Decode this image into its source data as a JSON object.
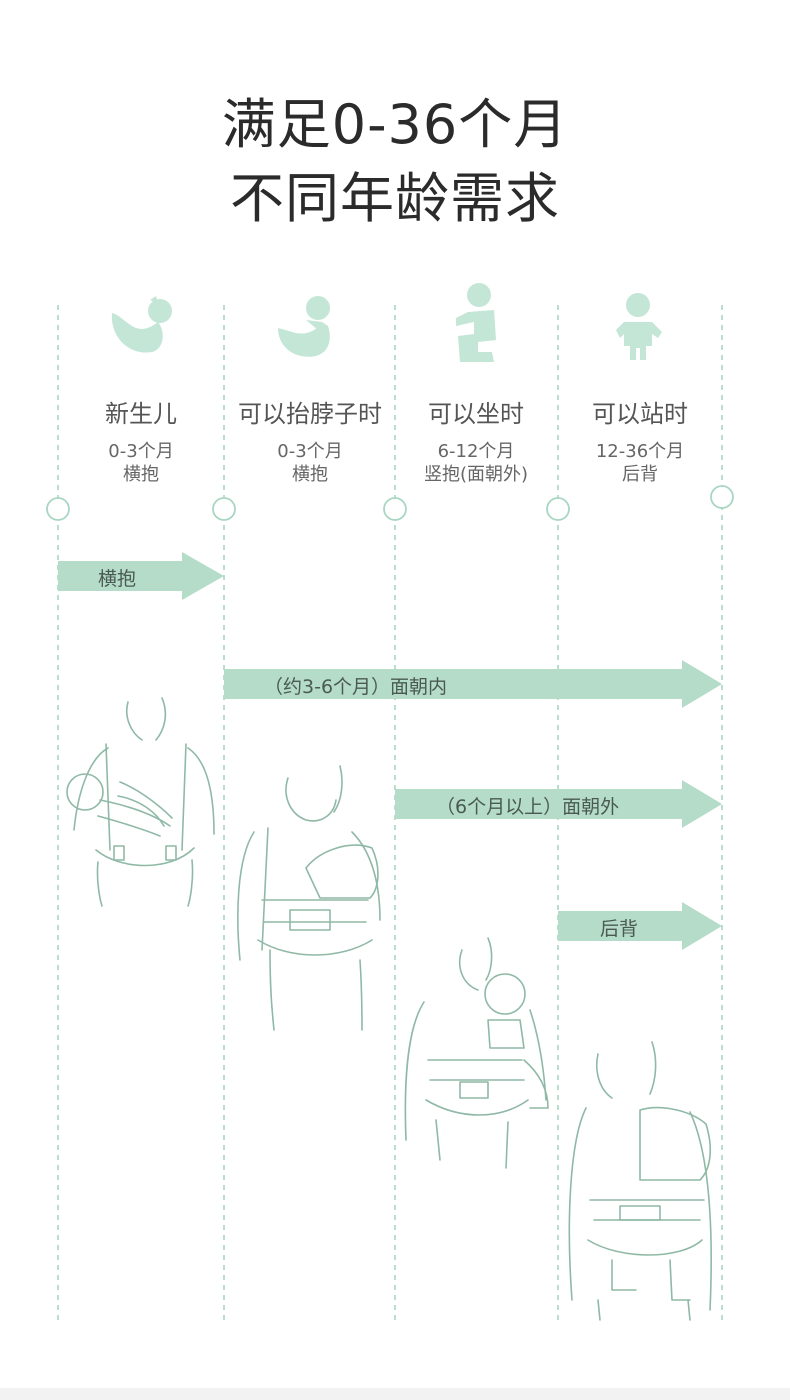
{
  "header": {
    "title_line1": "满足0-36个月",
    "title_line2": "不同年龄需求"
  },
  "stages": [
    {
      "name": "新生儿",
      "range": "0-3个月",
      "mode": "横抱",
      "icon": "newborn-icon"
    },
    {
      "name": "可以抬脖子时",
      "range": "0-3个月",
      "mode": "横抱",
      "icon": "baby-lift-neck-icon"
    },
    {
      "name": "可以坐时",
      "range": "6-12个月",
      "mode": "竖抱(面朝外)",
      "icon": "baby-sitting-icon"
    },
    {
      "name": "可以站时",
      "range": "12-36个月",
      "mode": "后背",
      "icon": "baby-standing-icon"
    }
  ],
  "arrows": [
    {
      "label": "横抱"
    },
    {
      "label": "（约3-6个月）面朝内"
    },
    {
      "label": "（6个月以上）面朝外"
    },
    {
      "label": "后背"
    }
  ],
  "colors": {
    "accent": "#b5dcc8",
    "line": "#a8d6c2",
    "text": "#333333"
  }
}
